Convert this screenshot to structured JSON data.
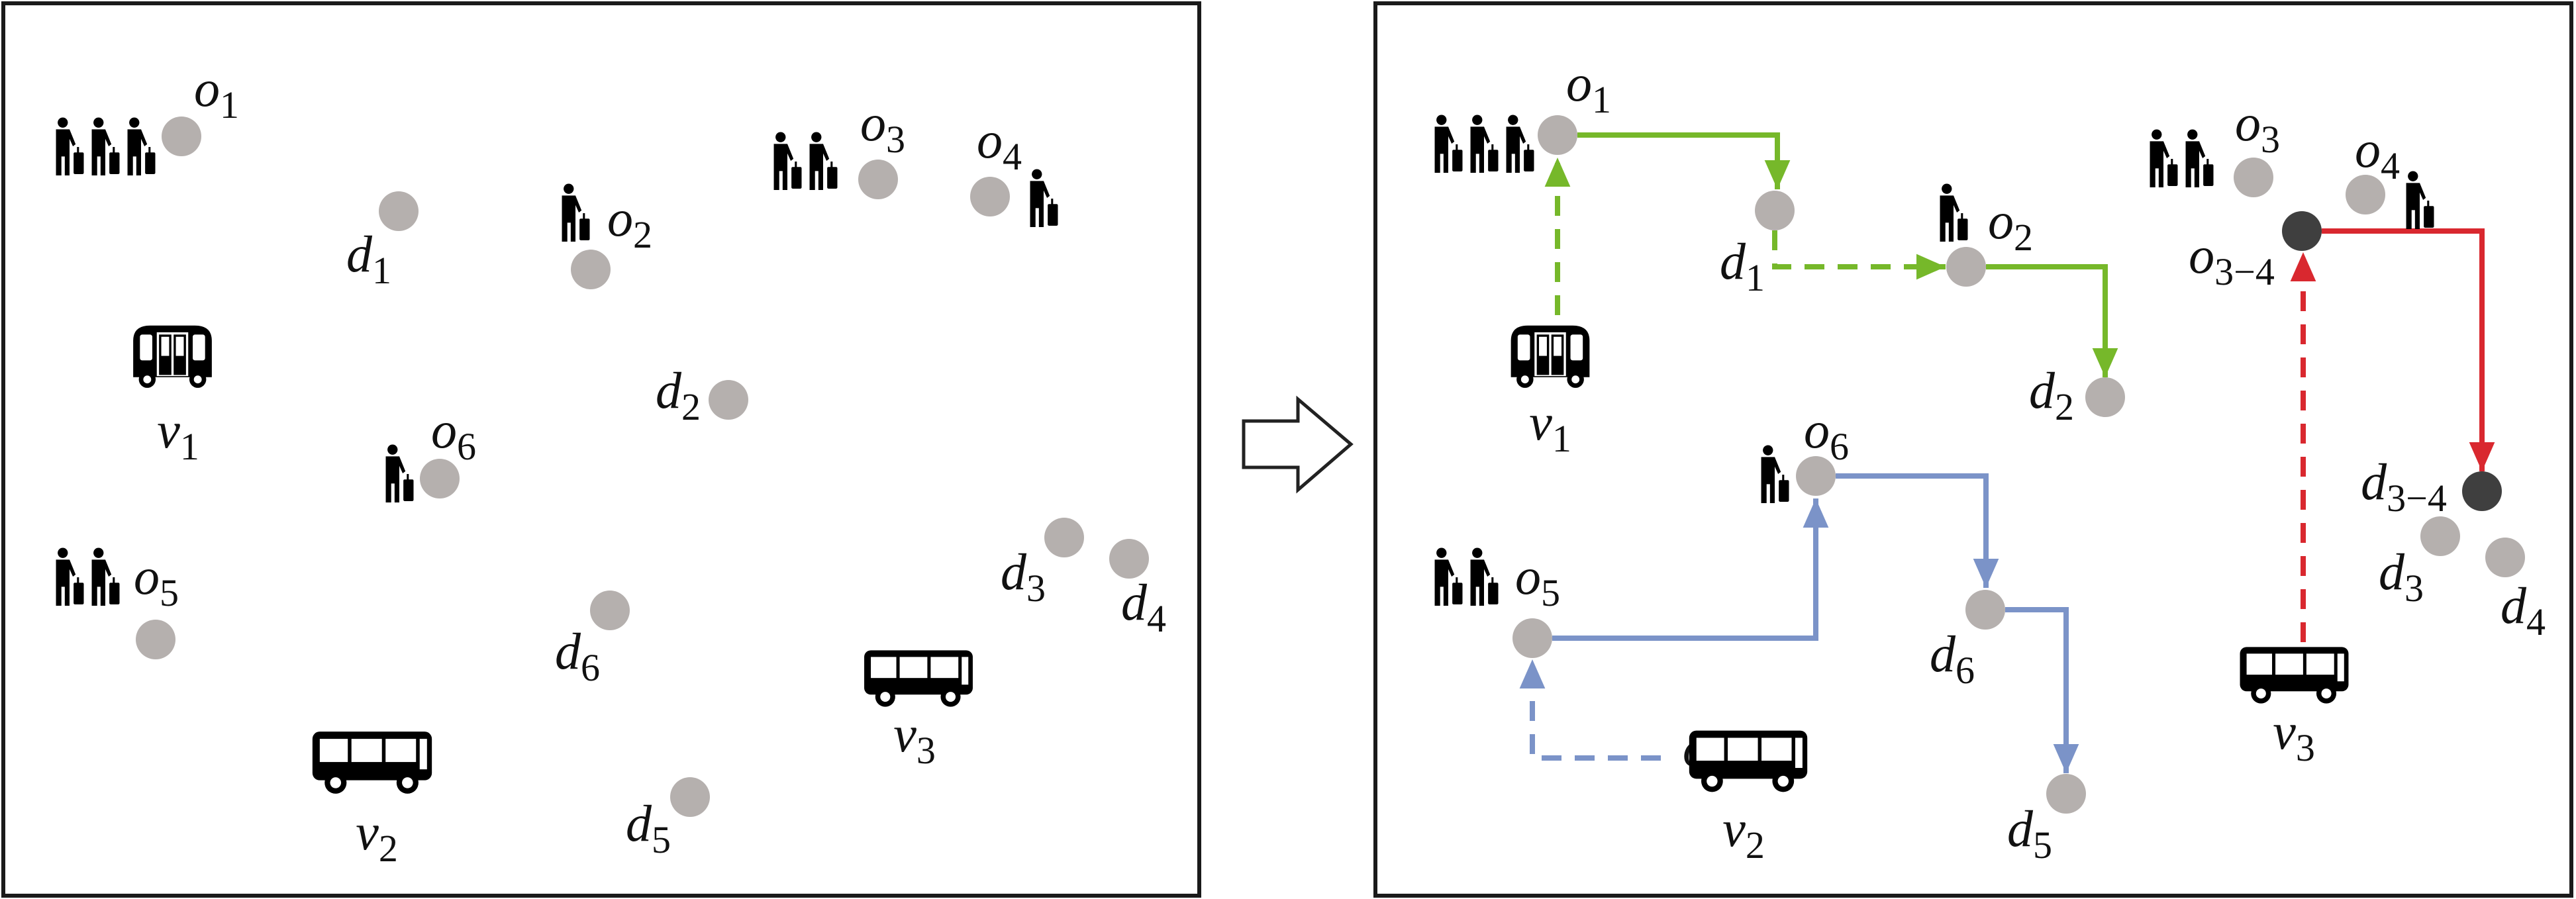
{
  "colors": {
    "green": "#76b82a",
    "blue": "#7b93c8",
    "red": "#d9282f",
    "node": "#b5b0ae",
    "merged_node": "#3f3f3f"
  },
  "left_panel": {
    "labels": [
      {
        "base": "o",
        "sub": "1"
      },
      {
        "base": "d",
        "sub": "1"
      },
      {
        "base": "o",
        "sub": "2"
      },
      {
        "base": "o",
        "sub": "3"
      },
      {
        "base": "o",
        "sub": "4"
      },
      {
        "base": "v",
        "sub": "1"
      },
      {
        "base": "d",
        "sub": "2"
      },
      {
        "base": "o",
        "sub": "6"
      },
      {
        "base": "d",
        "sub": "3"
      },
      {
        "base": "d",
        "sub": "4"
      },
      {
        "base": "o",
        "sub": "5"
      },
      {
        "base": "d",
        "sub": "6"
      },
      {
        "base": "v",
        "sub": "3"
      },
      {
        "base": "v",
        "sub": "2"
      },
      {
        "base": "d",
        "sub": "5"
      }
    ]
  },
  "right_panel": {
    "labels": [
      {
        "base": "o",
        "sub": "1"
      },
      {
        "base": "d",
        "sub": "1"
      },
      {
        "base": "o",
        "sub": "2"
      },
      {
        "base": "d",
        "sub": "2"
      },
      {
        "base": "v",
        "sub": "1"
      },
      {
        "base": "o",
        "sub": "3"
      },
      {
        "base": "o",
        "sub": "4"
      },
      {
        "base": "o",
        "sub": "3−4"
      },
      {
        "base": "d",
        "sub": "3−4"
      },
      {
        "base": "d",
        "sub": "3"
      },
      {
        "base": "d",
        "sub": "4"
      },
      {
        "base": "v",
        "sub": "3"
      },
      {
        "base": "o",
        "sub": "6"
      },
      {
        "base": "d",
        "sub": "6"
      },
      {
        "base": "d",
        "sub": "5"
      },
      {
        "base": "o",
        "sub": "5"
      },
      {
        "base": "v",
        "sub": "2"
      },
      {
        "base": "o",
        "sub": "6"
      }
    ]
  },
  "icons": {
    "passenger": "person-with-luggage-icon",
    "bus": "bus-icon",
    "shuttle": "shuttle-icon",
    "transition": "right-arrow-icon"
  }
}
